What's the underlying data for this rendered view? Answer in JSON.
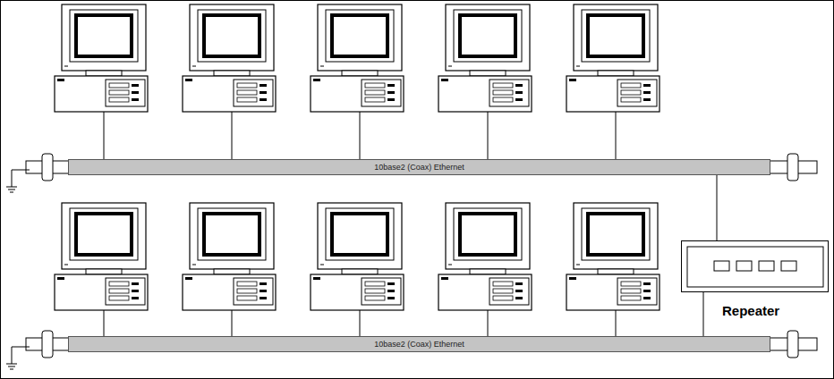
{
  "diagram": {
    "nodes": [
      {
        "text": [
          "10base2 (Coax) Ethernet"
        ]
      },
      {
        "text": [
          "Repeater"
        ]
      },
      {
        "text": [
          "10base2 (Coax) Ethernet"
        ]
      }
    ],
    "edges": [
      {
        "from": 0,
        "to": 1,
        "arrow": "none"
      },
      {
        "from": 1,
        "to": 2,
        "arrow": "none"
      }
    ]
  }
}
